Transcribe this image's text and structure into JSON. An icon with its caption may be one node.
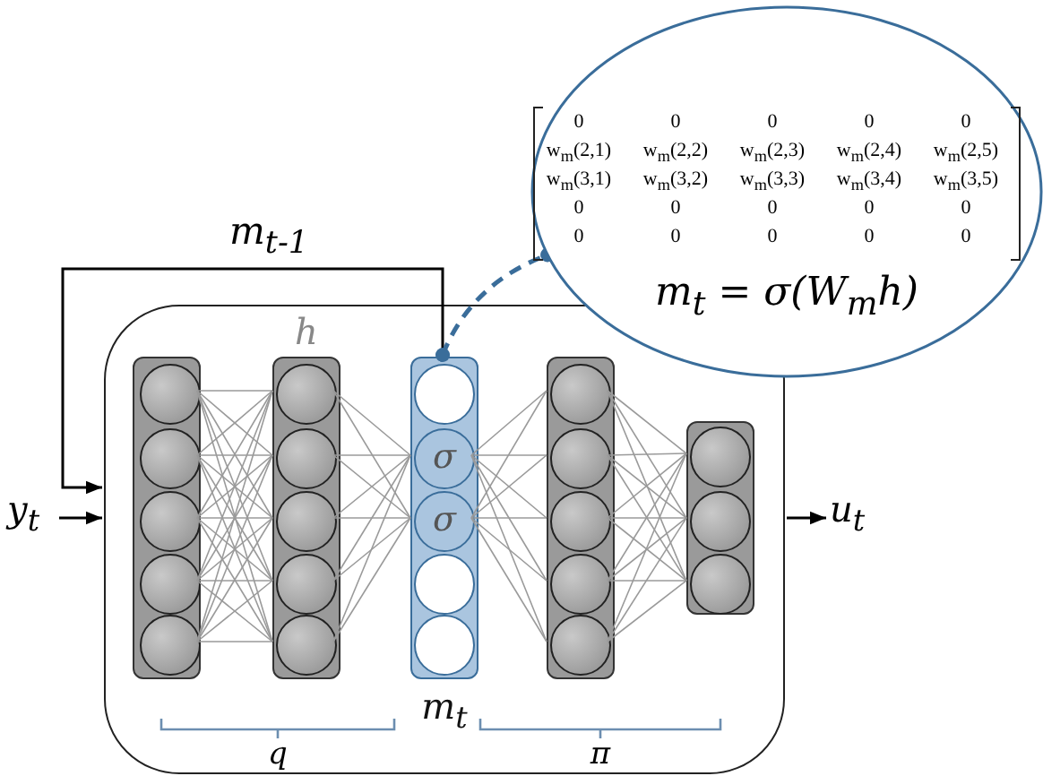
{
  "diagram": {
    "nodes": [
      {
        "text": [],
        "shape": "box"
      },
      {
        "text": [],
        "shape": "box",
        "in": 0
      },
      {
        "text": [],
        "shape": "circle",
        "in": 1
      },
      {
        "text": [],
        "shape": "circle",
        "in": 1
      },
      {
        "text": [],
        "shape": "circle",
        "in": 1
      },
      {
        "text": [],
        "shape": "circle",
        "in": 1
      },
      {
        "text": [],
        "shape": "circle",
        "in": 1
      },
      {
        "text": [
          "h"
        ],
        "in": 0
      },
      {
        "text": [],
        "shape": "circle",
        "in": 7
      },
      {
        "text": [],
        "shape": "circle",
        "in": 7
      },
      {
        "text": [],
        "shape": "circle",
        "in": 7
      },
      {
        "text": [],
        "shape": "circle",
        "in": 7
      },
      {
        "text": [],
        "shape": "circle",
        "in": 7
      },
      {
        "text": [
          "m$_{t}$"
        ],
        "in": 0
      },
      {
        "text": [],
        "shape": "circle",
        "in": 13
      },
      {
        "text": [
          "σ"
        ],
        "in": 13
      },
      {
        "text": [
          "σ"
        ],
        "in": 13
      },
      {
        "text": [],
        "shape": "circle",
        "in": 13
      },
      {
        "text": [],
        "shape": "circle",
        "in": 13
      },
      {
        "text": [],
        "shape": "box",
        "in": 0
      },
      {
        "text": [],
        "shape": "circle",
        "in": 19
      },
      {
        "text": [],
        "shape": "circle",
        "in": 19
      },
      {
        "text": [],
        "shape": "circle",
        "in": 19
      },
      {
        "text": [],
        "shape": "circle",
        "in": 19
      },
      {
        "text": [],
        "shape": "circle",
        "in": 19
      },
      {
        "text": [],
        "shape": "box",
        "in": 0
      },
      {
        "text": [],
        "shape": "circle",
        "in": 25
      },
      {
        "text": [],
        "shape": "circle",
        "in": 25
      },
      {
        "text": [],
        "shape": "circle",
        "in": 25
      },
      {
        "text": [
          "0",
          "0",
          "0",
          "0",
          "0",
          "w$_{m}$(2,1)",
          "w$_{m}$(2,2)",
          "w$_{m}$(2,3)",
          "w$_{m}$(2,4)",
          "w$_{m}$(2,5)",
          "w$_{m}$(3,1)",
          "w$_{m}$(3,2)",
          "w$_{m}$(3,3)",
          "w$_{m}$(3,4)",
          "w$_{m}$(3,5)",
          "0",
          "0",
          "0",
          "0",
          "0",
          "0",
          "0",
          "0",
          "0",
          "0",
          "m$_{t}$ = σ(W$_{m}$h)"
        ]
      },
      {
        "text": [
          "y$_{t}$"
        ]
      },
      {
        "text": [
          "u$_{t}$"
        ]
      }
    ],
    "edges": [
      {
        "from": 30,
        "to": 0,
        "arrow": "to",
        "color": "#000000"
      },
      {
        "from": 13,
        "to": 0,
        "arrow": "to",
        "label": "m$_{t-1}$",
        "color": "#000000"
      },
      {
        "from": 13,
        "to": 29,
        "arrow": "other",
        "style": "dashed",
        "color": "#3a6d9a"
      },
      {
        "from": 0,
        "to": 31,
        "arrow": "to",
        "color": "#000000"
      },
      {
        "from": 2,
        "to": 8,
        "arrow": "none"
      },
      {
        "from": 2,
        "to": 9,
        "arrow": "none"
      },
      {
        "from": 2,
        "to": 10,
        "arrow": "none"
      },
      {
        "from": 2,
        "to": 11,
        "arrow": "none"
      },
      {
        "from": 2,
        "to": 12,
        "arrow": "none"
      },
      {
        "from": 3,
        "to": 8,
        "arrow": "none"
      },
      {
        "from": 3,
        "to": 9,
        "arrow": "none"
      },
      {
        "from": 3,
        "to": 10,
        "arrow": "none"
      },
      {
        "from": 3,
        "to": 11,
        "arrow": "none"
      },
      {
        "from": 3,
        "to": 12,
        "arrow": "none"
      },
      {
        "from": 4,
        "to": 8,
        "arrow": "none"
      },
      {
        "from": 4,
        "to": 9,
        "arrow": "none"
      },
      {
        "from": 4,
        "to": 10,
        "arrow": "none"
      },
      {
        "from": 4,
        "to": 11,
        "arrow": "none"
      },
      {
        "from": 4,
        "to": 12,
        "arrow": "none"
      },
      {
        "from": 5,
        "to": 8,
        "arrow": "none"
      },
      {
        "from": 5,
        "to": 9,
        "arrow": "none"
      },
      {
        "from": 5,
        "to": 10,
        "arrow": "none"
      },
      {
        "from": 5,
        "to": 11,
        "arrow": "none"
      },
      {
        "from": 5,
        "to": 12,
        "arrow": "none"
      },
      {
        "from": 6,
        "to": 8,
        "arrow": "none"
      },
      {
        "from": 6,
        "to": 9,
        "arrow": "none"
      },
      {
        "from": 6,
        "to": 10,
        "arrow": "none"
      },
      {
        "from": 6,
        "to": 11,
        "arrow": "none"
      },
      {
        "from": 6,
        "to": 12,
        "arrow": "none"
      },
      {
        "from": 8,
        "to": 15,
        "arrow": "none"
      },
      {
        "from": 8,
        "to": 16,
        "arrow": "none"
      },
      {
        "from": 9,
        "to": 15,
        "arrow": "none"
      },
      {
        "from": 9,
        "to": 16,
        "arrow": "none"
      },
      {
        "from": 10,
        "to": 15,
        "arrow": "none"
      },
      {
        "from": 10,
        "to": 16,
        "arrow": "none"
      },
      {
        "from": 11,
        "to": 15,
        "arrow": "none"
      },
      {
        "from": 11,
        "to": 16,
        "arrow": "none"
      },
      {
        "from": 12,
        "to": 15,
        "arrow": "none"
      },
      {
        "from": 12,
        "to": 16,
        "arrow": "none"
      },
      {
        "from": 15,
        "to": 20,
        "arrow": "none"
      },
      {
        "from": 15,
        "to": 21,
        "arrow": "none"
      },
      {
        "from": 15,
        "to": 22,
        "arrow": "none"
      },
      {
        "from": 15,
        "to": 23,
        "arrow": "none"
      },
      {
        "from": 15,
        "to": 24,
        "arrow": "none"
      },
      {
        "from": 16,
        "to": 20,
        "arrow": "none"
      },
      {
        "from": 16,
        "to": 21,
        "arrow": "none"
      },
      {
        "from": 16,
        "to": 22,
        "arrow": "none"
      },
      {
        "from": 16,
        "to": 23,
        "arrow": "none"
      },
      {
        "from": 16,
        "to": 24,
        "arrow": "none"
      },
      {
        "from": 20,
        "to": 26,
        "arrow": "none"
      },
      {
        "from": 20,
        "to": 27,
        "arrow": "none"
      },
      {
        "from": 20,
        "to": 28,
        "arrow": "none"
      },
      {
        "from": 21,
        "to": 26,
        "arrow": "none"
      },
      {
        "from": 21,
        "to": 27,
        "arrow": "none"
      },
      {
        "from": 21,
        "to": 28,
        "arrow": "none"
      },
      {
        "from": 22,
        "to": 26,
        "arrow": "none"
      },
      {
        "from": 22,
        "to": 27,
        "arrow": "none"
      },
      {
        "from": 22,
        "to": 28,
        "arrow": "none"
      },
      {
        "from": 23,
        "to": 26,
        "arrow": "none"
      },
      {
        "from": 23,
        "to": 27,
        "arrow": "none"
      },
      {
        "from": 23,
        "to": 28,
        "arrow": "none"
      },
      {
        "from": 24,
        "to": 26,
        "arrow": "none"
      },
      {
        "from": 24,
        "to": 27,
        "arrow": "none"
      },
      {
        "from": 24,
        "to": 28,
        "arrow": "none"
      }
    ],
    "labels": [
      "q",
      "π"
    ]
  }
}
